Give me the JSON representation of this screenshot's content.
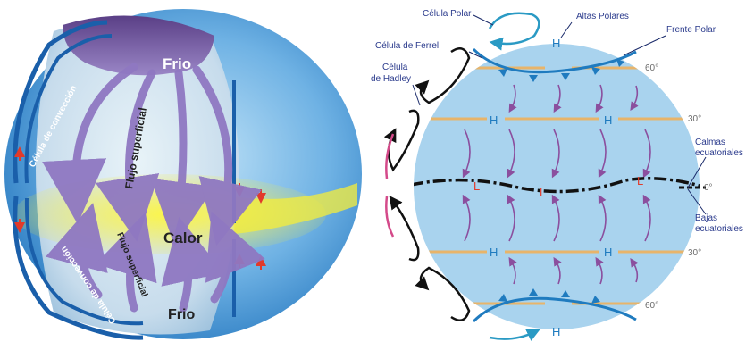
{
  "left_panel": {
    "top_label": "Frio",
    "middle_label": "Calor",
    "bottom_label": "Frio",
    "upper_flow_label": "Flujo superficial",
    "lower_flow_label": "Flujo superficial",
    "upper_cell_label": "Célula de convección",
    "lower_cell_label": "Célula de convección"
  },
  "right_panel": {
    "polar_cell": "Célula Polar",
    "ferrel_cell": "Célula de Ferrel",
    "hadley_cell_line1": "Célula",
    "hadley_cell_line2": "de Hadley",
    "polar_highs": "Altas Polares",
    "polar_front": "Frente Polar",
    "calms_line1": "Calmas",
    "calms_line2": "ecuatoriales",
    "lows_line1": "Bajas",
    "lows_line2": "ecuatoriales",
    "lat_60_n": "60°",
    "lat_30_n": "30°",
    "lat_0": "0°",
    "lat_30_s": "30°",
    "lat_60_s": "60°",
    "high_symbol": "H",
    "low_symbol": "L"
  },
  "colors": {
    "sphere_blue": "#5aa3dd",
    "warm_yellow": "#f6ee3a",
    "flow_purple": "#8f78c2",
    "globe_blue": "#a9d3ee",
    "band_orange": "#e8b46a",
    "front_blue": "#1f7bbf",
    "label_navy": "#2a3a8c"
  }
}
